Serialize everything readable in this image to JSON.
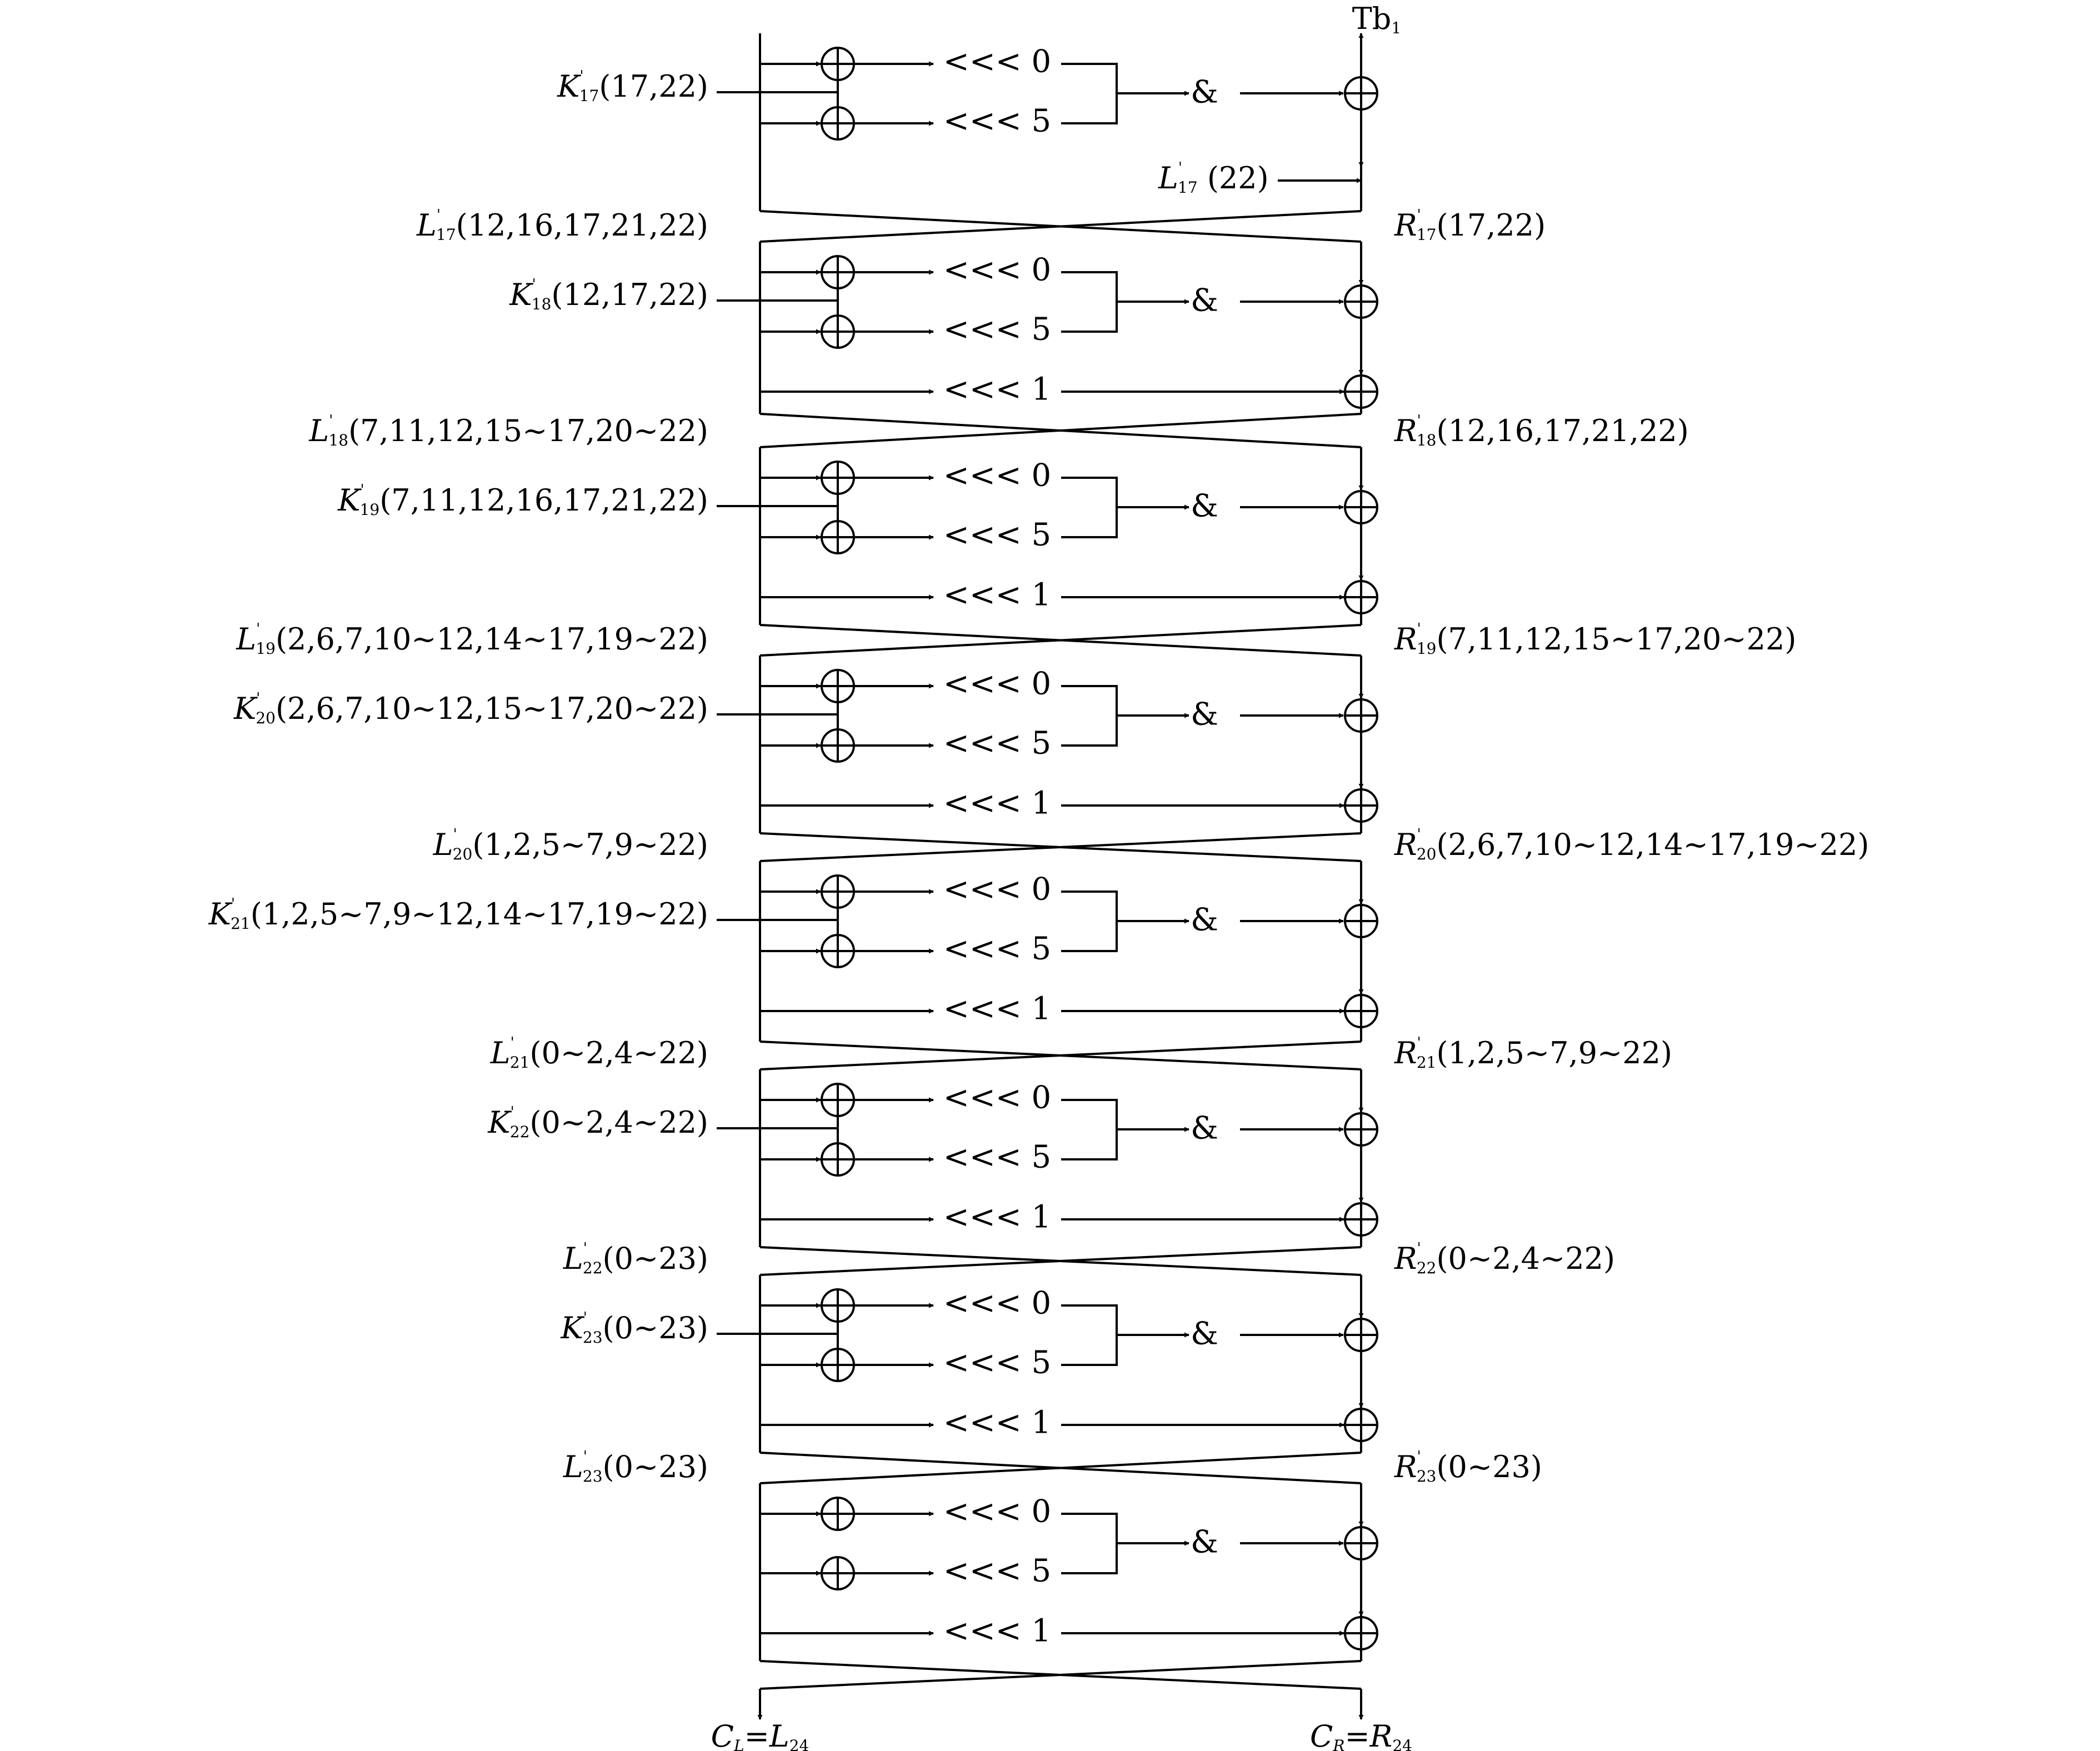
{
  "top_output": {
    "main": "Tb",
    "sub": "1"
  },
  "top_input_label": {
    "main": "L",
    "prime": "'",
    "sub": "17",
    "args": " (22)"
  },
  "op_labels": {
    "rot0": "<<< 0",
    "rot5": "<<< 5",
    "rot1": "<<< 1",
    "and": "&"
  },
  "rounds": [
    {
      "key": {
        "main": "K",
        "prime": "'",
        "sub": "17",
        "args": "(17,22)"
      }
    },
    {
      "left": {
        "main": "L",
        "prime": "'",
        "sub": "17",
        "args": "(12,16,17,21,22)"
      },
      "right": {
        "main": "R",
        "prime": "'",
        "sub": "17",
        "args": "(17,22)"
      },
      "key": {
        "main": "K",
        "prime": "'",
        "sub": "18",
        "args": "(12,17,22)"
      }
    },
    {
      "left": {
        "main": "L",
        "prime": "'",
        "sub": "18",
        "args": "(7,11,12,15~17,20~22)"
      },
      "right": {
        "main": "R",
        "prime": "'",
        "sub": "18",
        "args": "(12,16,17,21,22)"
      },
      "key": {
        "main": "K",
        "prime": "'",
        "sub": "19",
        "args": "(7,11,12,16,17,21,22)"
      }
    },
    {
      "left": {
        "main": "L",
        "prime": "'",
        "sub": "19",
        "args": "(2,6,7,10~12,14~17,19~22)"
      },
      "right": {
        "main": "R",
        "prime": "'",
        "sub": "19",
        "args": "(7,11,12,15~17,20~22)"
      },
      "key": {
        "main": "K",
        "prime": "'",
        "sub": "20",
        "args": "(2,6,7,10~12,15~17,20~22)"
      }
    },
    {
      "left": {
        "main": "L",
        "prime": "'",
        "sub": "20",
        "args": "(1,2,5~7,9~22)"
      },
      "right": {
        "main": "R",
        "prime": "'",
        "sub": "20",
        "args": "(2,6,7,10~12,14~17,19~22)"
      },
      "key": {
        "main": "K",
        "prime": "'",
        "sub": "21",
        "args": "(1,2,5~7,9~12,14~17,19~22)"
      }
    },
    {
      "left": {
        "main": "L",
        "prime": "'",
        "sub": "21",
        "args": "(0~2,4~22)"
      },
      "right": {
        "main": "R",
        "prime": "'",
        "sub": "21",
        "args": "(1,2,5~7,9~22)"
      },
      "key": {
        "main": "K",
        "prime": "'",
        "sub": "22",
        "args": "(0~2,4~22)"
      }
    },
    {
      "left": {
        "main": "L",
        "prime": "'",
        "sub": "22",
        "args": "(0~23)"
      },
      "right": {
        "main": "R",
        "prime": "'",
        "sub": "22",
        "args": "(0~2,4~22)"
      },
      "key": {
        "main": "K",
        "prime": "'",
        "sub": "23",
        "args": "(0~23)"
      }
    },
    {
      "left": {
        "main": "L",
        "prime": "'",
        "sub": "23",
        "args": "(0~23)"
      },
      "right": {
        "main": "R",
        "prime": "'",
        "sub": "23",
        "args": "(0~23)"
      }
    }
  ],
  "outputs": {
    "left": {
      "main": "C",
      "sub": "L",
      "rest": "=L",
      "rest_sub": "24"
    },
    "right": {
      "main": "C",
      "sub": "R",
      "rest": "=R",
      "rest_sub": "24"
    }
  }
}
